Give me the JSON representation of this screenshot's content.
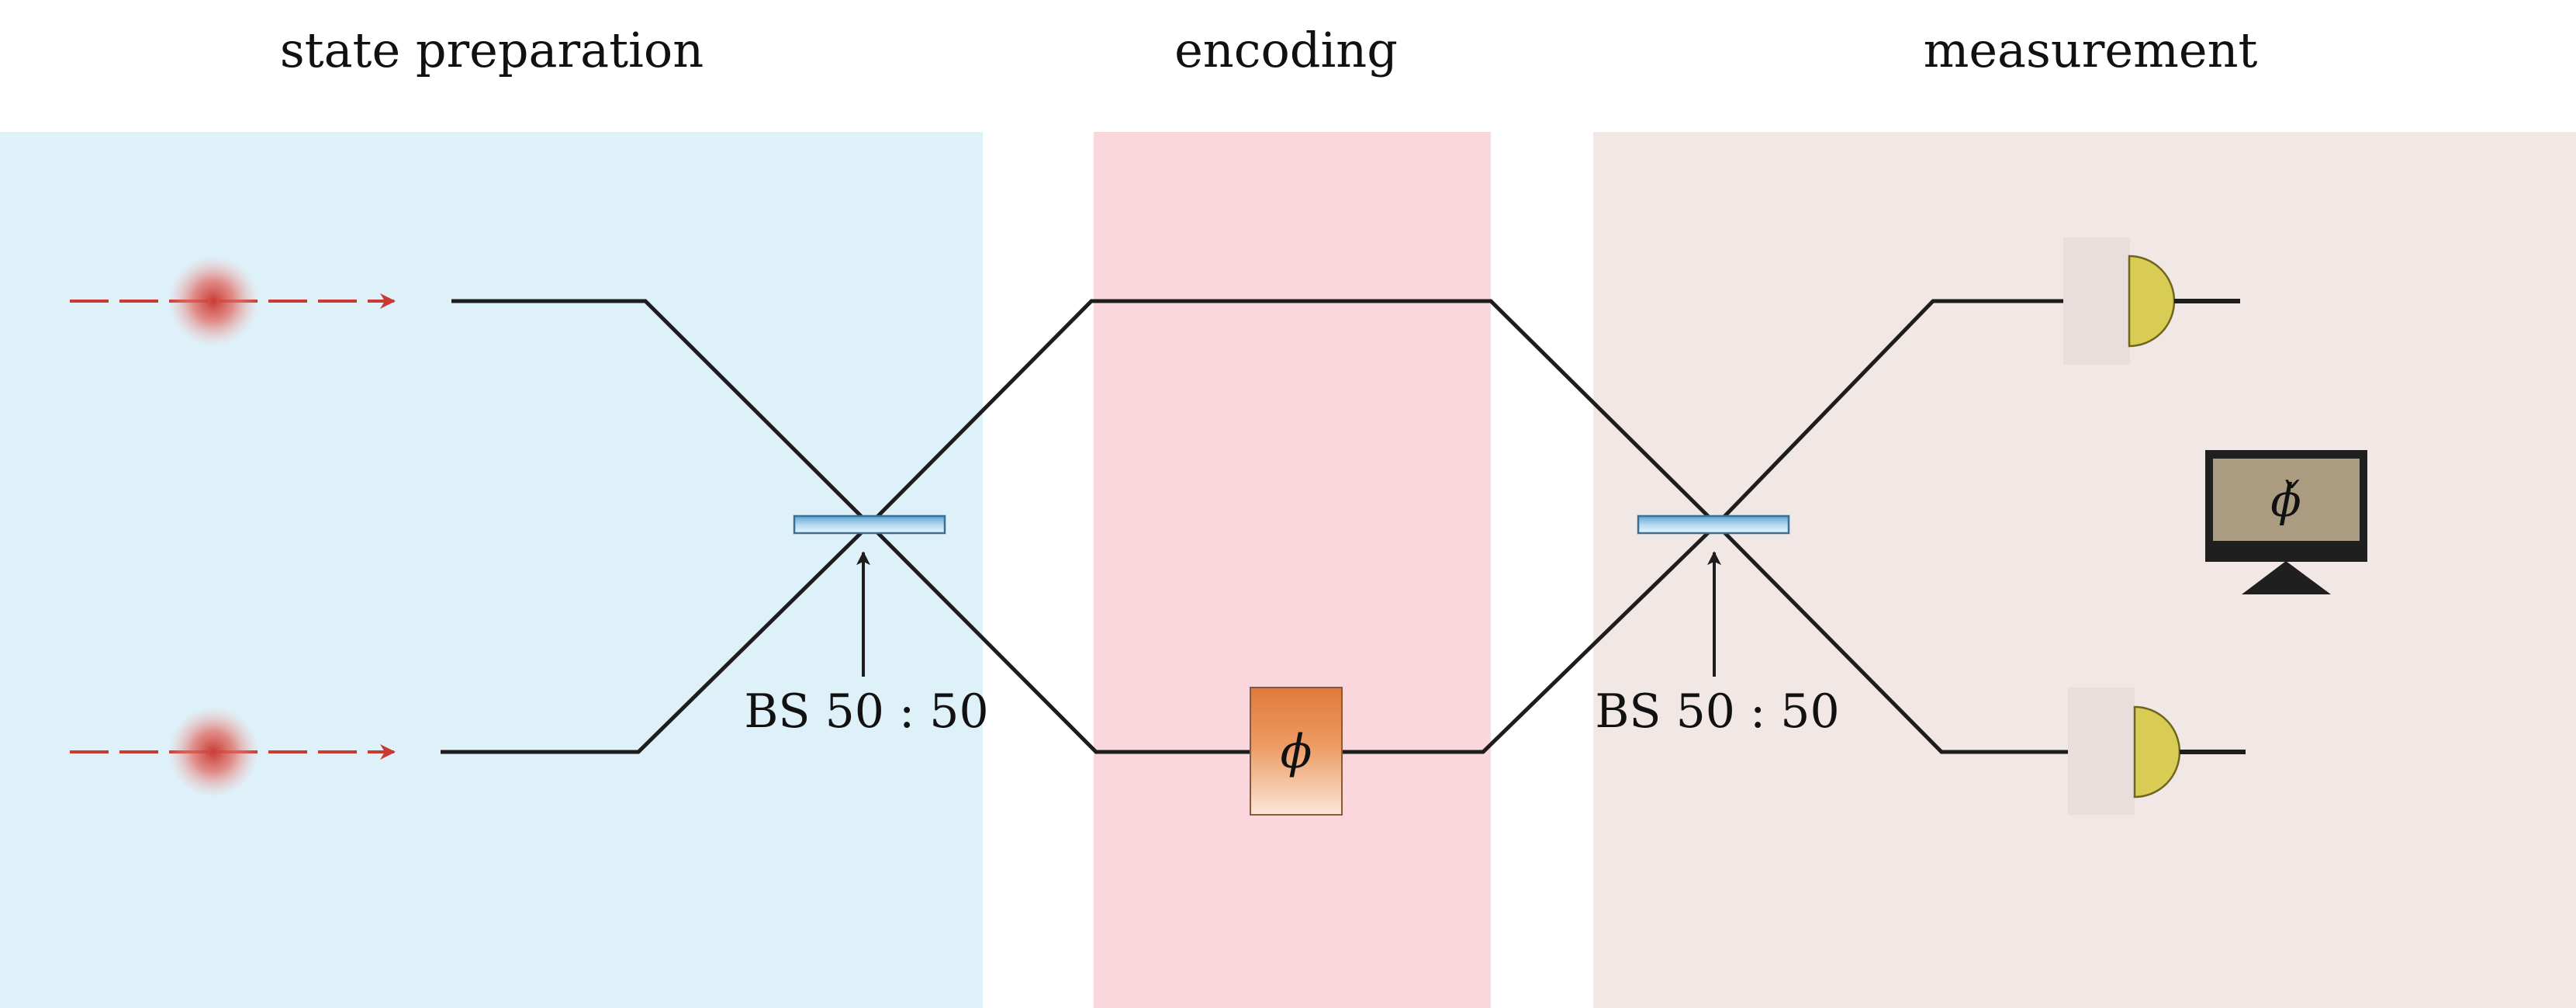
{
  "sections": {
    "state_preparation": "state preparation",
    "encoding": "encoding",
    "measurement": "measurement"
  },
  "beam_splitters": {
    "first_label": "BS 50 : 50",
    "second_label": "BS 50 : 50"
  },
  "phase_shifter": {
    "symbol": "ϕ"
  },
  "display": {
    "estimate_symbol": "ϕ̌"
  },
  "colors": {
    "state_preparation_bg": "#def0f8",
    "encoding_bg": "#f9d7dd",
    "measurement_bg": "#f1e7e4",
    "photon_red": "#c93a34",
    "beam_splitter_blue": "#8fc3e6",
    "phase_orange": "#e07a3a",
    "detector_yellow": "#d9cc55",
    "monitor_screen": "#ab9b80",
    "line": "#1d1d1d"
  }
}
